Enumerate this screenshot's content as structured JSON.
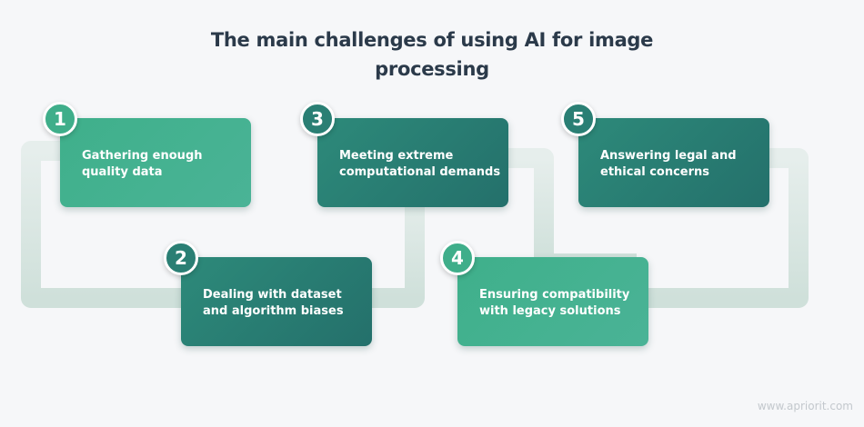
{
  "title": {
    "line1": "The main challenges of using AI for image",
    "line2": "processing"
  },
  "steps": [
    {
      "number": "1",
      "label_line1": "Gathering enough",
      "label_line2": "quality data"
    },
    {
      "number": "2",
      "label_line1": "Dealing with dataset",
      "label_line2": "and algorithm biases"
    },
    {
      "number": "3",
      "label_line1": "Meeting extreme",
      "label_line2": "computational demands"
    },
    {
      "number": "4",
      "label_line1": "Ensuring compatibility",
      "label_line2": "with legacy solutions"
    },
    {
      "number": "5",
      "label_line1": "Answering legal and",
      "label_line2": "ethical concerns"
    }
  ],
  "footer": "www.apriorit.com",
  "colors": {
    "card_light": "#3fb08b",
    "card_dark": "#24706b",
    "connector": "#dce7e4",
    "title": "#2b3a4a"
  }
}
